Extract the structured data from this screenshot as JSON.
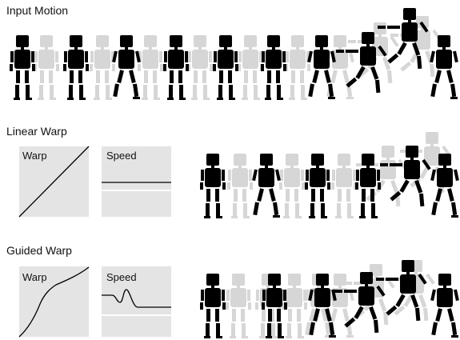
{
  "sections": [
    {
      "title": "Input Motion"
    },
    {
      "title": "Linear Warp",
      "panels": {
        "warp": "Warp",
        "speed": "Speed"
      }
    },
    {
      "title": "Guided Warp",
      "panels": {
        "warp": "Warp",
        "speed": "Speed"
      }
    }
  ],
  "colors": {
    "figure": "#000000",
    "ghost": "#d6d6d6",
    "panel_bg": "#e4e4e4",
    "curve": "#000000"
  }
}
